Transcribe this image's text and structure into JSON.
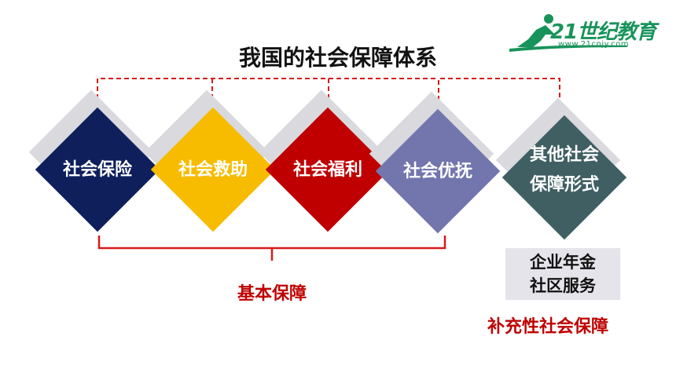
{
  "title": "我国的社会保障体系",
  "logo": {
    "text": "21世纪教育",
    "url": "www.21cnjy.com",
    "icon": "runner-icon",
    "color": "#18935a"
  },
  "items": [
    {
      "label": "社会保险",
      "color": "#0e1f5c"
    },
    {
      "label": "社会救助",
      "color": "#f7bc00"
    },
    {
      "label": "社会福利",
      "color": "#c00000"
    },
    {
      "label": "社会优抚",
      "color": "#7276ad"
    },
    {
      "label_line1": "其他社会",
      "label_line2": "保障形式",
      "color": "#3f5f63"
    }
  ],
  "basic_label": "基本保障",
  "supplementary": {
    "line1": "企业年金",
    "line2": "社区服务",
    "label": "补充性社会保障"
  },
  "accent_color": "#c00000"
}
